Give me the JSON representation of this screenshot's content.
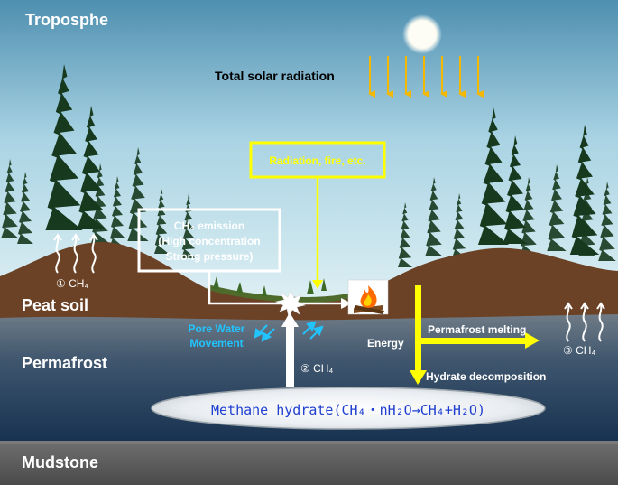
{
  "layers": {
    "troposphere": "Troposphe",
    "peat_soil": "Peat soil",
    "permafrost": "Permafrost",
    "mudstone": "Mudstone"
  },
  "solar": {
    "label": "Total solar radiation"
  },
  "radiation_box": {
    "label": "Radiation, fire, etc."
  },
  "emission_box": {
    "line1": "CH₄ emission",
    "line2": "(High concentration",
    "line3": "Strong pressure)"
  },
  "pore_water": {
    "line1": "Pore Water",
    "line2": "Movement"
  },
  "ch4_labels": {
    "left": "① CH₄",
    "center": "② CH₄",
    "right": "③ CH₄"
  },
  "energy": {
    "label": "Energy",
    "melting": "Permafrost melting",
    "decomposition": "Hydrate decomposition"
  },
  "hydrate": {
    "label": "Methane hydrate(CH₄・nH₂O→CH₄+H₂O)"
  },
  "colors": {
    "sun_arrow": "#f5b800",
    "yellow": "#ffff00",
    "cyan": "#22c4ff",
    "hydrate_text": "#1f3fd1",
    "soil": "#6b4226",
    "permafrost_top": "#5f6d79",
    "permafrost_bottom": "#1a3558",
    "tree": "#173a1e"
  },
  "icons": {
    "sun": "sun-icon",
    "fire": "campfire-icon",
    "explosion": "burst-icon",
    "steam": "methane-wisp-icon"
  }
}
